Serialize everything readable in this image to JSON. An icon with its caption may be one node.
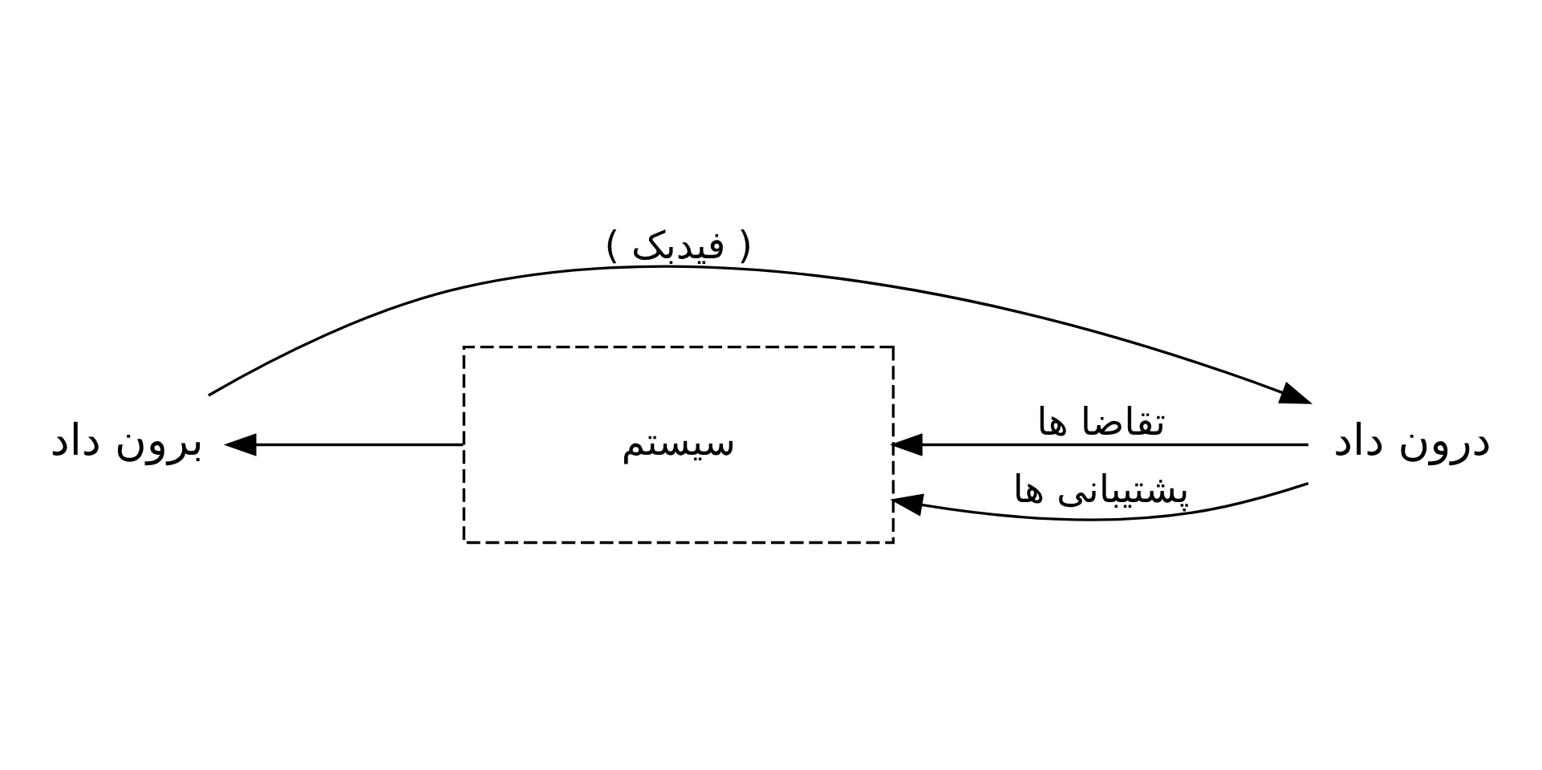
{
  "diagram": {
    "nodes": [
      {
        "text": [
          "سیستم"
        ]
      },
      {
        "text": [
          "برون داد"
        ]
      },
      {
        "text": [
          "درون داد"
        ]
      }
    ],
    "edges": [
      {
        "from": 0,
        "to": 1,
        "arrow": "to"
      },
      {
        "from": 2,
        "to": 0,
        "arrow": "to",
        "label": "تقاضا ها"
      },
      {
        "from": 2,
        "to": 0,
        "arrow": "to",
        "label": "پشتیبانی ها"
      },
      {
        "from": 1,
        "to": 2,
        "arrow": "to",
        "label": "( فیدبک )"
      }
    ]
  }
}
